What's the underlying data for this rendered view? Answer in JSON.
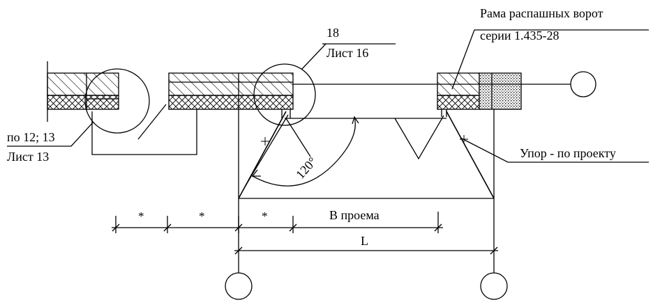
{
  "labels": {
    "callout_top_line1": "18",
    "callout_top_line2": "Лист 16",
    "frame_line1": "Рама распашных ворот",
    "frame_line2": "серии 1.435-28",
    "left_ref_line1": "по 12; 13",
    "left_ref_line2": "Лист 13",
    "stop_label": "Упор - по проекту",
    "angle": "120°",
    "opening": "В проема",
    "length": "L",
    "star": "*"
  },
  "colors": {
    "ink": "#000000",
    "paper": "#ffffff"
  }
}
